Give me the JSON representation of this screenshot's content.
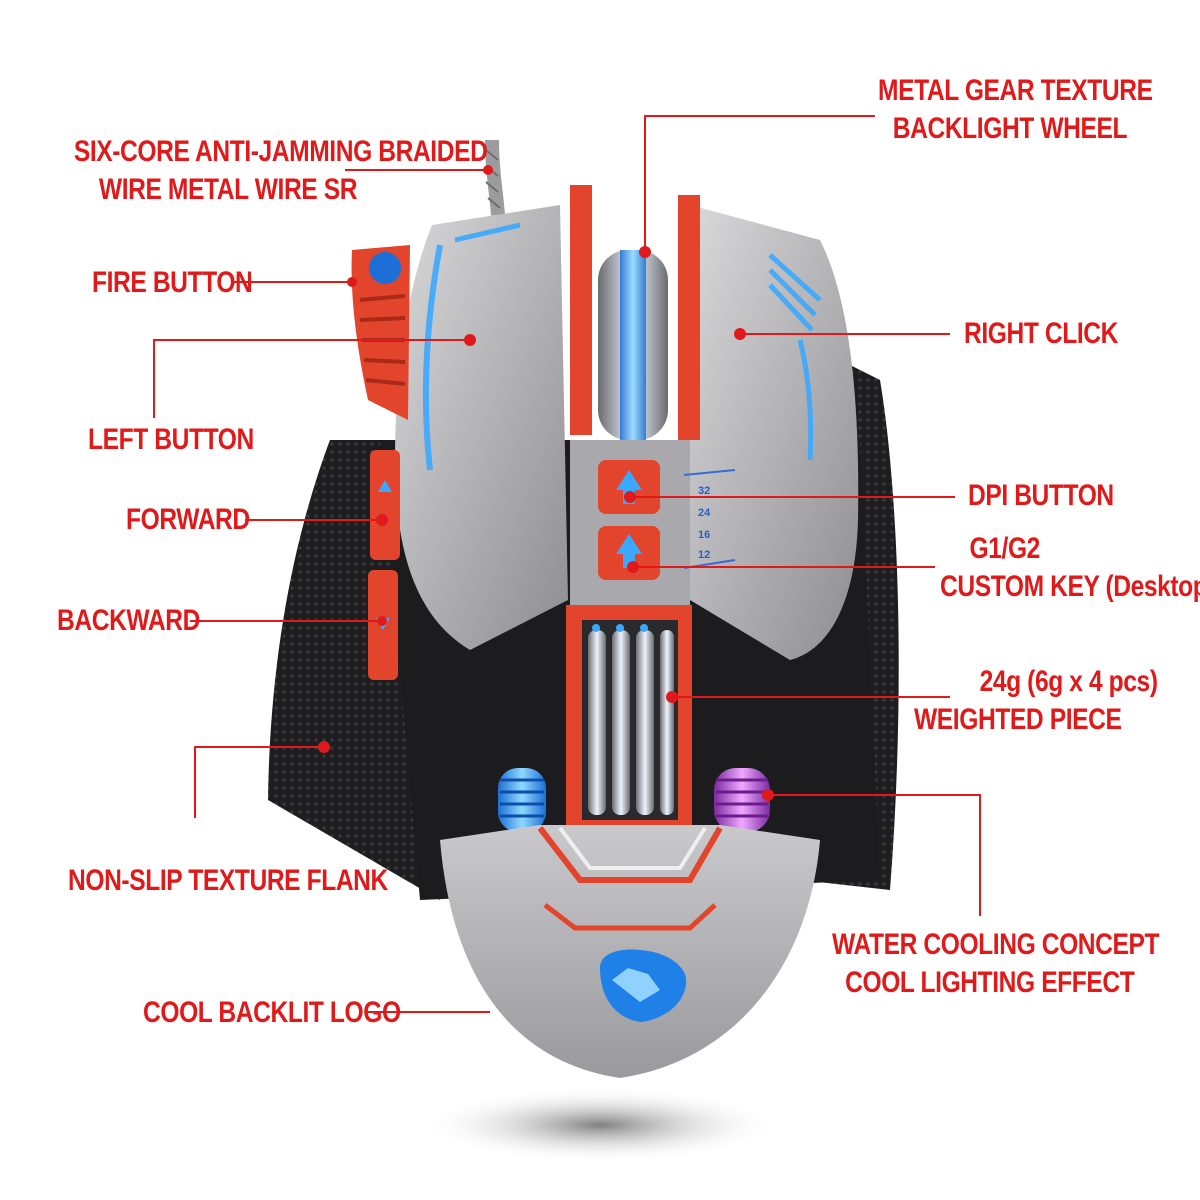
{
  "labels": {
    "metal_gear_line1": "METAL GEAR TEXTURE",
    "metal_gear_line2": "BACKLIGHT WHEEL",
    "braided_line1": "SIX-CORE ANTI-JAMMING BRAIDED",
    "braided_line2": "WIRE METAL WIRE SR",
    "fire_button": "FIRE BUTTON",
    "right_click": "RIGHT CLICK",
    "left_button": "LEFT BUTTON",
    "dpi_button": "DPI BUTTON",
    "forward": "FORWARD",
    "g1g2_line1": "G1/G2",
    "g1g2_line2": "CUSTOM KEY (Desktop)",
    "backward": "BACKWARD",
    "weight_line1": "24g (6g x 4 pcs)",
    "weight_line2": "WEIGHTED PIECE",
    "flank": "NON-SLIP TEXTURE FLANK",
    "cooling_line1": "WATER COOLING CONCEPT",
    "cooling_line2": "COOL LIGHTING EFFECT",
    "logo": "COOL BACKLIT LOGO"
  },
  "dpi_steps": [
    "32",
    "24",
    "16",
    "12"
  ],
  "colors": {
    "callout_red": "#e01a1a",
    "shell_silver": "#b8b8ba",
    "accent_orange": "#e2452b",
    "backlight_blue": "#3aa8ff",
    "backlight_purple": "#c45ad6",
    "body_black": "#1c1c1e"
  },
  "icons": [
    "wolf-logo-icon",
    "dpi-up-arrow-icon",
    "custom-key-arrow-icon"
  ]
}
